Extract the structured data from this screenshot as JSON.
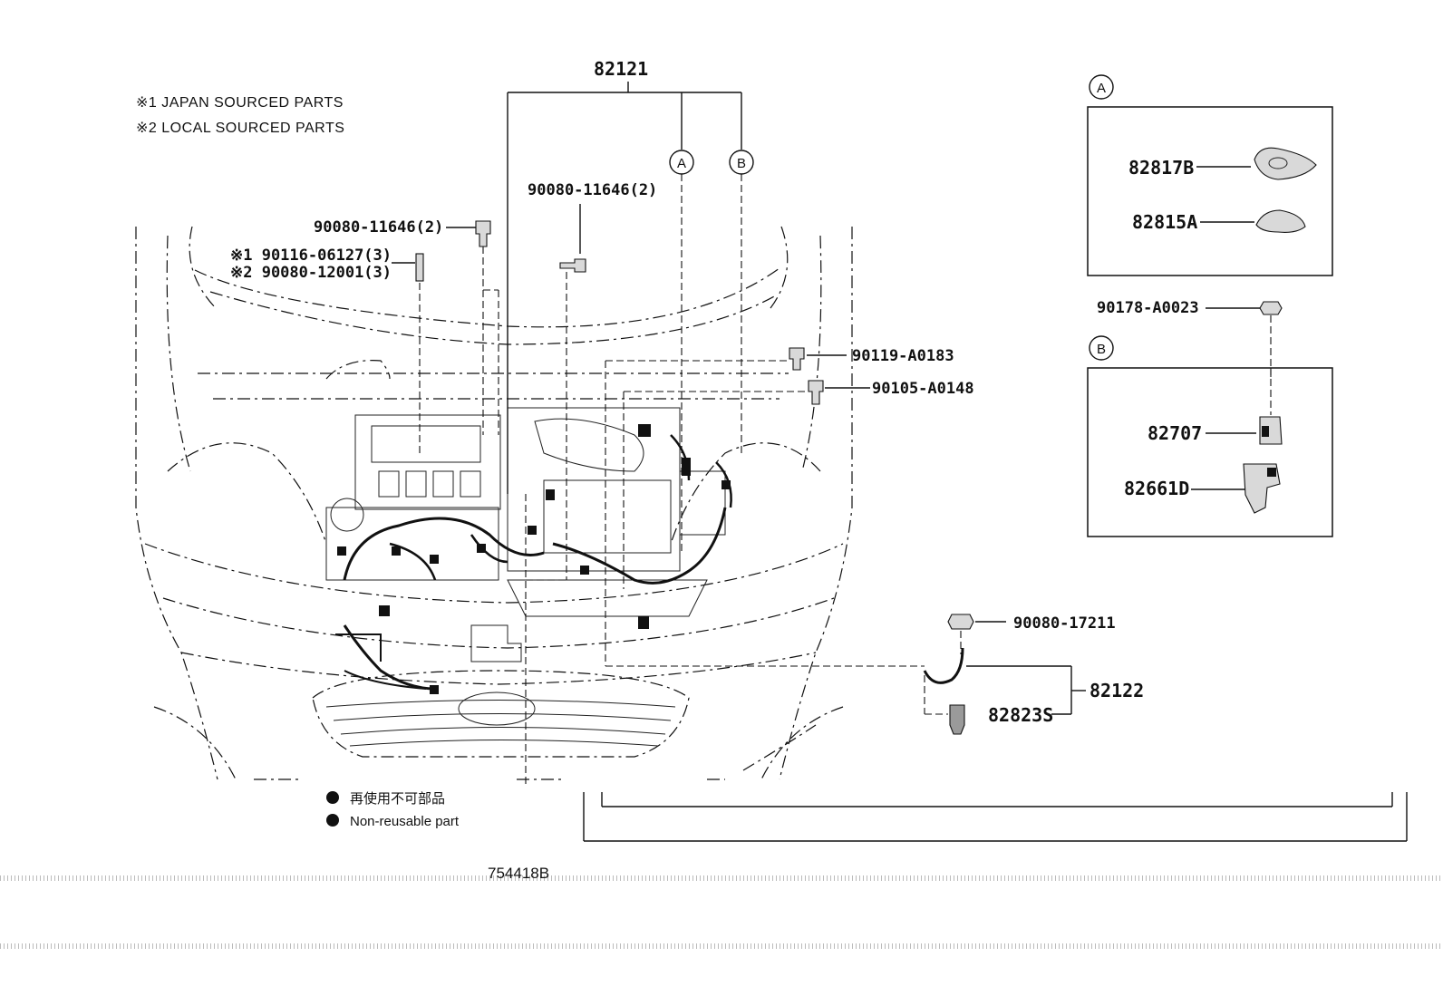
{
  "notes": {
    "japan": "※1 JAPAN SOURCED PARTS",
    "local": "※2 LOCAL SOURCED PARTS"
  },
  "callouts": {
    "main_harness": "82121",
    "circle_a": "A",
    "circle_b": "B",
    "bolt_top_center": "90080-11646(2)",
    "bolt_left": "90080-11646(2)",
    "stud_japan": "※1 90116-06127(3)",
    "stud_local": "※2 90080-12001(3)",
    "bolt_right_1": "90119-A0183",
    "bolt_right_2": "90105-A0148",
    "nut_lower_right": "90080-17211",
    "sub_harness": "82122",
    "sub_connector": "82823S"
  },
  "inset_a": {
    "label": "A",
    "parts": [
      "82817B",
      "82815A"
    ]
  },
  "inset_b": {
    "label": "B",
    "bolt": "90178-A0023",
    "parts": [
      "82707",
      "82661D"
    ]
  },
  "legend": {
    "jp": "再使用不可部品",
    "en": "Non-reusable part"
  },
  "figure_id": "754418B"
}
